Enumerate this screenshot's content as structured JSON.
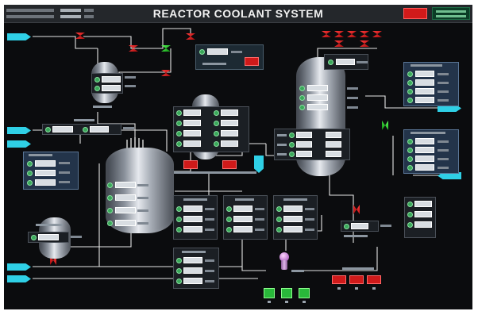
{
  "window": {
    "title": "REACTOR COOLANT SYSTEM"
  },
  "header": {
    "readouts": [
      {
        "label": "",
        "value": "",
        "unit": ""
      },
      {
        "label": "",
        "value": "",
        "unit": ""
      }
    ],
    "alarm_button": {
      "label": "",
      "color": "#d11a1a"
    },
    "status_box": {
      "text": "",
      "color": "#0b3d26"
    }
  },
  "colors": {
    "background": "#0b0c0e",
    "pipe": "#e6e6e6",
    "reading_box": "#d8dde2",
    "panel": "#1d2a33",
    "flow_panel": "#23344a",
    "io_tag": "#2fd0e6",
    "valve_closed": "#e02020",
    "valve_open": "#2fd02f",
    "pump_running": "#29b93a"
  },
  "io_tags": [
    {
      "id": "letdown-in",
      "label": ""
    },
    {
      "id": "charging-in",
      "label": ""
    },
    {
      "id": "letdown-out",
      "label": ""
    },
    {
      "id": "steam-out",
      "label": ""
    },
    {
      "id": "feedwater-in",
      "label": ""
    },
    {
      "id": "drain-1",
      "label": ""
    },
    {
      "id": "drain-2",
      "label": ""
    }
  ],
  "panels": {
    "letdown": {
      "title": "",
      "rows": [
        {
          "value": "",
          "unit": ""
        },
        {
          "value": "",
          "unit": ""
        },
        {
          "value": "",
          "unit": ""
        }
      ]
    },
    "pressurizer": {
      "label": "",
      "rows": [
        {
          "value": "",
          "unit": ""
        },
        {
          "value": "",
          "unit": ""
        }
      ]
    },
    "spray": {
      "label": "",
      "rows": [
        {
          "value": "",
          "unit": ""
        }
      ]
    },
    "charging": {
      "label": "",
      "rows": [
        {
          "value": "",
          "unit": ""
        },
        {
          "value": "",
          "unit": ""
        }
      ]
    },
    "regen_hx": {
      "label": "",
      "rows": [
        {
          "value": "",
          "unit": ""
        },
        {
          "value": "",
          "unit": ""
        },
        {
          "value": "",
          "unit": ""
        },
        {
          "value": "",
          "unit": ""
        },
        {
          "value": "",
          "unit": ""
        },
        {
          "value": "",
          "unit": ""
        },
        {
          "value": "",
          "unit": ""
        },
        {
          "value": "",
          "unit": ""
        }
      ]
    },
    "reactor": {
      "rows": [
        {
          "value": "",
          "unit": ""
        },
        {
          "value": "",
          "unit": ""
        },
        {
          "value": "",
          "unit": ""
        },
        {
          "value": "",
          "unit": ""
        }
      ]
    },
    "steam_generator": {
      "rows": [
        {
          "value": "",
          "unit": ""
        },
        {
          "value": "",
          "unit": ""
        },
        {
          "value": "",
          "unit": ""
        },
        {
          "value": "",
          "unit": ""
        }
      ]
    },
    "sg_valves_readout": {
      "rows": [
        {
          "value": "",
          "unit": ""
        }
      ]
    },
    "steam_flow": {
      "title": "",
      "rows": [
        {
          "value": "",
          "unit": ""
        },
        {
          "value": "",
          "unit": ""
        },
        {
          "value": "",
          "unit": ""
        },
        {
          "value": "",
          "unit": ""
        }
      ]
    },
    "feedwater_flow": {
      "title": "",
      "rows": [
        {
          "value": "",
          "unit": ""
        },
        {
          "value": "",
          "unit": ""
        },
        {
          "value": "",
          "unit": ""
        },
        {
          "value": "",
          "unit": ""
        }
      ]
    },
    "loop_temps": {
      "columns": [
        {
          "title": "",
          "rows": [
            {
              "value": "",
              "unit": ""
            },
            {
              "value": "",
              "unit": ""
            },
            {
              "value": "",
              "unit": ""
            }
          ]
        },
        {
          "title": "",
          "rows": [
            {
              "value": "",
              "unit": ""
            },
            {
              "value": "",
              "unit": ""
            },
            {
              "value": "",
              "unit": ""
            }
          ]
        },
        {
          "title": "",
          "rows": [
            {
              "value": "",
              "unit": ""
            },
            {
              "value": "",
              "unit": ""
            },
            {
              "value": "",
              "unit": ""
            }
          ]
        }
      ]
    },
    "sg_levels": {
      "rows": [
        {
          "value": "",
          "unit": ""
        },
        {
          "value": "",
          "unit": ""
        },
        {
          "value": "",
          "unit": ""
        }
      ]
    },
    "flash_tank": {
      "label": "",
      "rows": [
        {
          "value": "",
          "unit": ""
        }
      ]
    },
    "accumulator": {
      "label": "",
      "rows": [
        {
          "value": "",
          "unit": ""
        }
      ]
    },
    "hot_leg": {
      "title": "",
      "rows": [
        {
          "value": "",
          "unit": ""
        },
        {
          "value": "",
          "unit": ""
        },
        {
          "value": "",
          "unit": ""
        }
      ]
    },
    "rcp": {
      "label": "",
      "buttons": [
        {
          "label": "",
          "state": "running"
        },
        {
          "label": "",
          "state": "running"
        },
        {
          "label": "",
          "state": "running"
        }
      ]
    },
    "vol_control": {
      "title": "",
      "buttons": [
        {
          "label": ""
        },
        {
          "label": ""
        },
        {
          "label": ""
        }
      ]
    }
  },
  "buttons": {
    "spray_stop": {
      "label": ""
    },
    "pzr_heater_1": {
      "label": ""
    },
    "pzr_heater_2": {
      "label": ""
    },
    "regen_stop": {
      "label": ""
    }
  }
}
